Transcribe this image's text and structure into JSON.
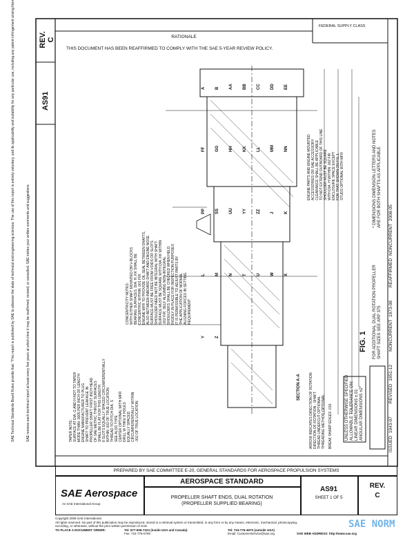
{
  "margin_notice": [
    "SAE Technical Standards Board Rules provide that: \"This report is published by SAE to advance the state of technical and engineering sciences. The use of this report is entirely voluntary, and its applicability and suitability for any particular use, including any patent infringement arising therefrom, is the sole responsibility of the user.\"",
    "SAE reviews each technical report at least every five years at which time it may be reaffirmed, revised, or cancelled. SAE invites your written comments and suggestions."
  ],
  "side_strip": {
    "rev_label": "REV.",
    "rev_value": "C",
    "doc_number": "AS91"
  },
  "header": {
    "federal_supply_class_label": "FEDERAL SUPPLY CLASS",
    "rationale_title": "RATIONALE",
    "rationale_text": "THIS DOCUMENT HAS BEEN REAFFIRMED TO COMPLY WITH THE SAE 5-YEAR REVIEW POLICY."
  },
  "drawing": {
    "figure_label": "FIG. 1",
    "section_label": "SECTION A-A",
    "concentricity_notes": [
      "CONCENTRICITY NOTES:",
      "WITH EITHER SHAFT MOUNTED ON V-BLOCKS",
      "BEARING SURFACES, DIA. H, KK SHALL BE",
      "CONCENTRIC WITHIN .001 FIR.",
      "ENGINE MFR TO PROVIDE OIL SEAL BETWEEN SHAFTS,",
      "ALSO BETWEEN INBOARD SHAFT AND ENGINE NOSE",
      "SURFACE MUST BE FREE FROM VOIDS OR SLOTS.",
      "SHOULDER NEED NOT BE INTEGRAL WITH SHAFT.",
      "SURFACE MUST BE SQUARE WITH DIA. KK WITHIN",
      ".002 FIR. SELF ALIGNING NON-INTEGRAL",
      "SHOULDERS SHALL BE CHECKED WHEN HELD",
      "RIGIDLY IN PLACE FOR INSPECTION PURPOSES",
      "IT IS PERMISSIBLE TO ADJUST PARTS BY",
      "THE APPLICATION OF NORMAL",
      "ALIGNING FORCES IN SETTING",
      "REQUIREMENT"
    ],
    "left_notes": [
      "TAPER NOTE:",
      "SURFACE AT DIA. G AND H NOT TO TAPER",
      "MORE THAN .0005 PER INCH OF LENGTH",
      "ENGINE MANUFACTURER TO PLUG",
      "SHAFT TO PREVENT LEAKAGE IN",
      "PROPELLER SHAFT. FIRST INCH HEAD",
      "OF SAE METRIC THRUST SURFACES",
      "SHALL BE FLAT FOR THIS LENGTH",
      "8 SLOTS EQUALLY SPACED CIRCUMFERENTIALLY",
      "WITHIN .002 OF TRUE LOCATION",
      "THREAD TO PITCH DIA. S",
      "SEE ALSO TYPE",
      "CENTER OPTIONAL WITH MFR",
      "DRILL W THRU 8 HOLES",
      "EQUALLY SPACED",
      "CIRCUMFERENTIALLY WITHIN",
      ".002 OF TRUE LOCATION"
    ],
    "right_notes": [
      "ENGINE PARTS AND ENGINE MOUNTED",
      "ACCESSORIES OR SAE ACCESSORY",
      "CLEARANCE SHALL BE APPLICABLE",
      "TO NOT EXTEND OUTBOARD OF THIS LINE",
      "SHOULDER MUST BE SQUARE",
      "WITH DIA. H WITHIN .002 FIR",
      "ENCLOSURE SPACE EXCEPT",
      "FOR THAT SHOWN ON FIG.1",
      "STUDS OPTIONAL WITH MFR"
    ],
    "bottom_notes": [
      "ARROW INDICATES DIRECTION OF ROTATION",
      "DIRECTION OF ROTATION - SHAFT",
      "THREAD UNDERCUT OPTIONAL",
      "THREADING METHOD OPTIONAL",
      "BREAK SHARP EDGES .016"
    ],
    "tolerance_box": [
      "UNLESS OTHERWISE SPECIFIED",
      "ALLOWABLE TOLERANCE ON:",
      "LINEAR DIMENSIONS  ±.01",
      "ANGULAR DIMENSIONS  ±2°"
    ],
    "footnote_lines": [
      "* DIMENSIONS DIMENSION LETTERS AND NOTES",
      "ARE FOR BOTH SHAFTS AS APPLICABLE",
      "FOR ADDITIONAL DUAL ROTATION PROPELLER",
      "SHAFT SIZES SEE ARP 375"
    ],
    "dimension_labels": [
      "A",
      "B",
      "AA",
      "BB",
      "CC",
      "DD",
      "EE",
      "FF",
      "GG",
      "HH",
      "KK",
      "LL",
      "MM",
      "NN",
      "PP",
      "SS",
      "UU",
      "YY",
      "ZZ",
      "J",
      "K",
      "L",
      "M",
      "N",
      "T",
      "U",
      "W",
      "X",
      "Y",
      "Z"
    ]
  },
  "revision_history": [
    "ISSUED 1943-07",
    "REVISED 1951-12",
    "NONCURRENT 1973-08",
    "REAFFIRMED NONCURRENT 2008-05"
  ],
  "prepared_by": "PREPARED BY SAE COMMITTEE E-20, GENERAL STANDARDS FOR AEROSPACE PROPULSION SYSTEMS",
  "title_block": {
    "logo_text": "SAE Aerospace",
    "logo_tagline": "An SAE International Group",
    "category": "AEROSPACE STANDARD",
    "title_line1": "PROPELLER SHAFT ENDS, DUAL ROTATION",
    "title_line2": "(PROPELLER SUPPLIED BEARING)",
    "doc_number": "AS91",
    "sheet": "SHEET 1 OF 5",
    "rev_label": "REV.",
    "rev_value": "C"
  },
  "footer": {
    "copyright": "Copyright 2008 SAE International",
    "rights": "All rights reserved. No part of this publication may be reproduced, stored in a retrieval system or transmitted, in any form or by any means, electronic, mechanical, photocopying,",
    "rights2": "recording, or otherwise, without the prior written permission of SAE.",
    "order_label": "TO PLACE A DOCUMENT ORDER:",
    "tel_us": "Tel: 877-606-7323 (inside USA and Canada)",
    "tel_intl": "Tel: 724-776-4970 (outside USA)",
    "fax": "Fax: 724-776-0790",
    "email": "Email: CustomerService@sae.org",
    "web": "SAE WEB ADDRESS: http://www.sae.org",
    "watermark": "SAE NORM"
  },
  "colors": {
    "ink": "#111111",
    "watermark": "#5aa9e6"
  }
}
